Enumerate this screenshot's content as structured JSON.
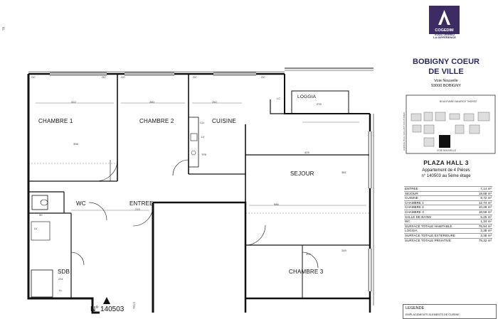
{
  "brand": {
    "name": "COGEDIM",
    "tagline_1": "VOUS VERREZ",
    "tagline_2": "LA DIFFÉRENCE"
  },
  "project": {
    "line1": "BOBIGNY COEUR",
    "line2": "DE VILLE",
    "street": "Voie Nouvelle",
    "city": "93000 BOBIGNY"
  },
  "building": "PLAZA HALL 3",
  "apartment": {
    "line1": "Appartement de 4 Pièces",
    "line2": "n° 140503 au 5ème étage"
  },
  "lot_number": "N° 140503",
  "edge_mark": "F",
  "rooms": {
    "chambre1": "CHAMBRE 1",
    "chambre2": "CHAMBRE 2",
    "cuisine": "CUISINE",
    "loggia": "LOGGIA",
    "sejour": "SEJOUR",
    "entree": "ENTREE",
    "wc": "WC",
    "sdb": "SDB",
    "chambre3": "CHAMBRE 3"
  },
  "fixtures": {
    "gc1": "GC",
    "gc2": "GC",
    "gc3": "GC",
    "gc4": "GC",
    "gc5": "GC",
    "cli": "CLI",
    "lv": "LV",
    "tfe": "TFE",
    "ll": "LL",
    "lc": "LC",
    "ctel": "CTEL",
    "lv2": "LV"
  },
  "dims": {
    "c1w": "322",
    "c2w": "280",
    "cuw": "252",
    "logw": "275",
    "c1h": "398",
    "sejw": "425",
    "sejh": "381",
    "entw": "215",
    "totw": "986",
    "c3h": "249",
    "c3h2": "394",
    "wcw": "90",
    "sdbw": "231"
  },
  "site_map": {
    "boulevard": "BOULEVARD MAURICE THOREZ",
    "voie": "VOIE NOUVELLE",
    "avenue": "AVENUE PAUL VAILLANT COUTURIER"
  },
  "surfaces": [
    {
      "label": "ENTREE",
      "value": "7,14 m²"
    },
    {
      "label": "SEJOUR",
      "value": "19,88 m²"
    },
    {
      "label": "CUISINE",
      "value": "8,72 m²"
    },
    {
      "label": "CHAMBRE 1",
      "value": "12,74 m²"
    },
    {
      "label": "CHAMBRE 2",
      "value": "10,28 m²"
    },
    {
      "label": "CHAMBRE 3",
      "value": "10,59 m²"
    },
    {
      "label": "SALLE DE BAINS",
      "value": "5,25 m²"
    },
    {
      "label": "WC",
      "value": "1,34 m²"
    },
    {
      "label": "SURFACE TOTALE HABITABLE",
      "value": "75,94 m²"
    },
    {
      "label": "LOGGIA",
      "value": "3,38 m²"
    },
    {
      "label": "SURFACE TOTALE EXTERIEURE",
      "value": "3,38 m²"
    },
    {
      "label": "SURFACE TOTALE PRIVATIVE",
      "value": "79,32 m²"
    }
  ],
  "legend": {
    "title": "LEGENDE",
    "sub": "EMPLACEMENTS ELEMENTS DE CUISINE:"
  }
}
